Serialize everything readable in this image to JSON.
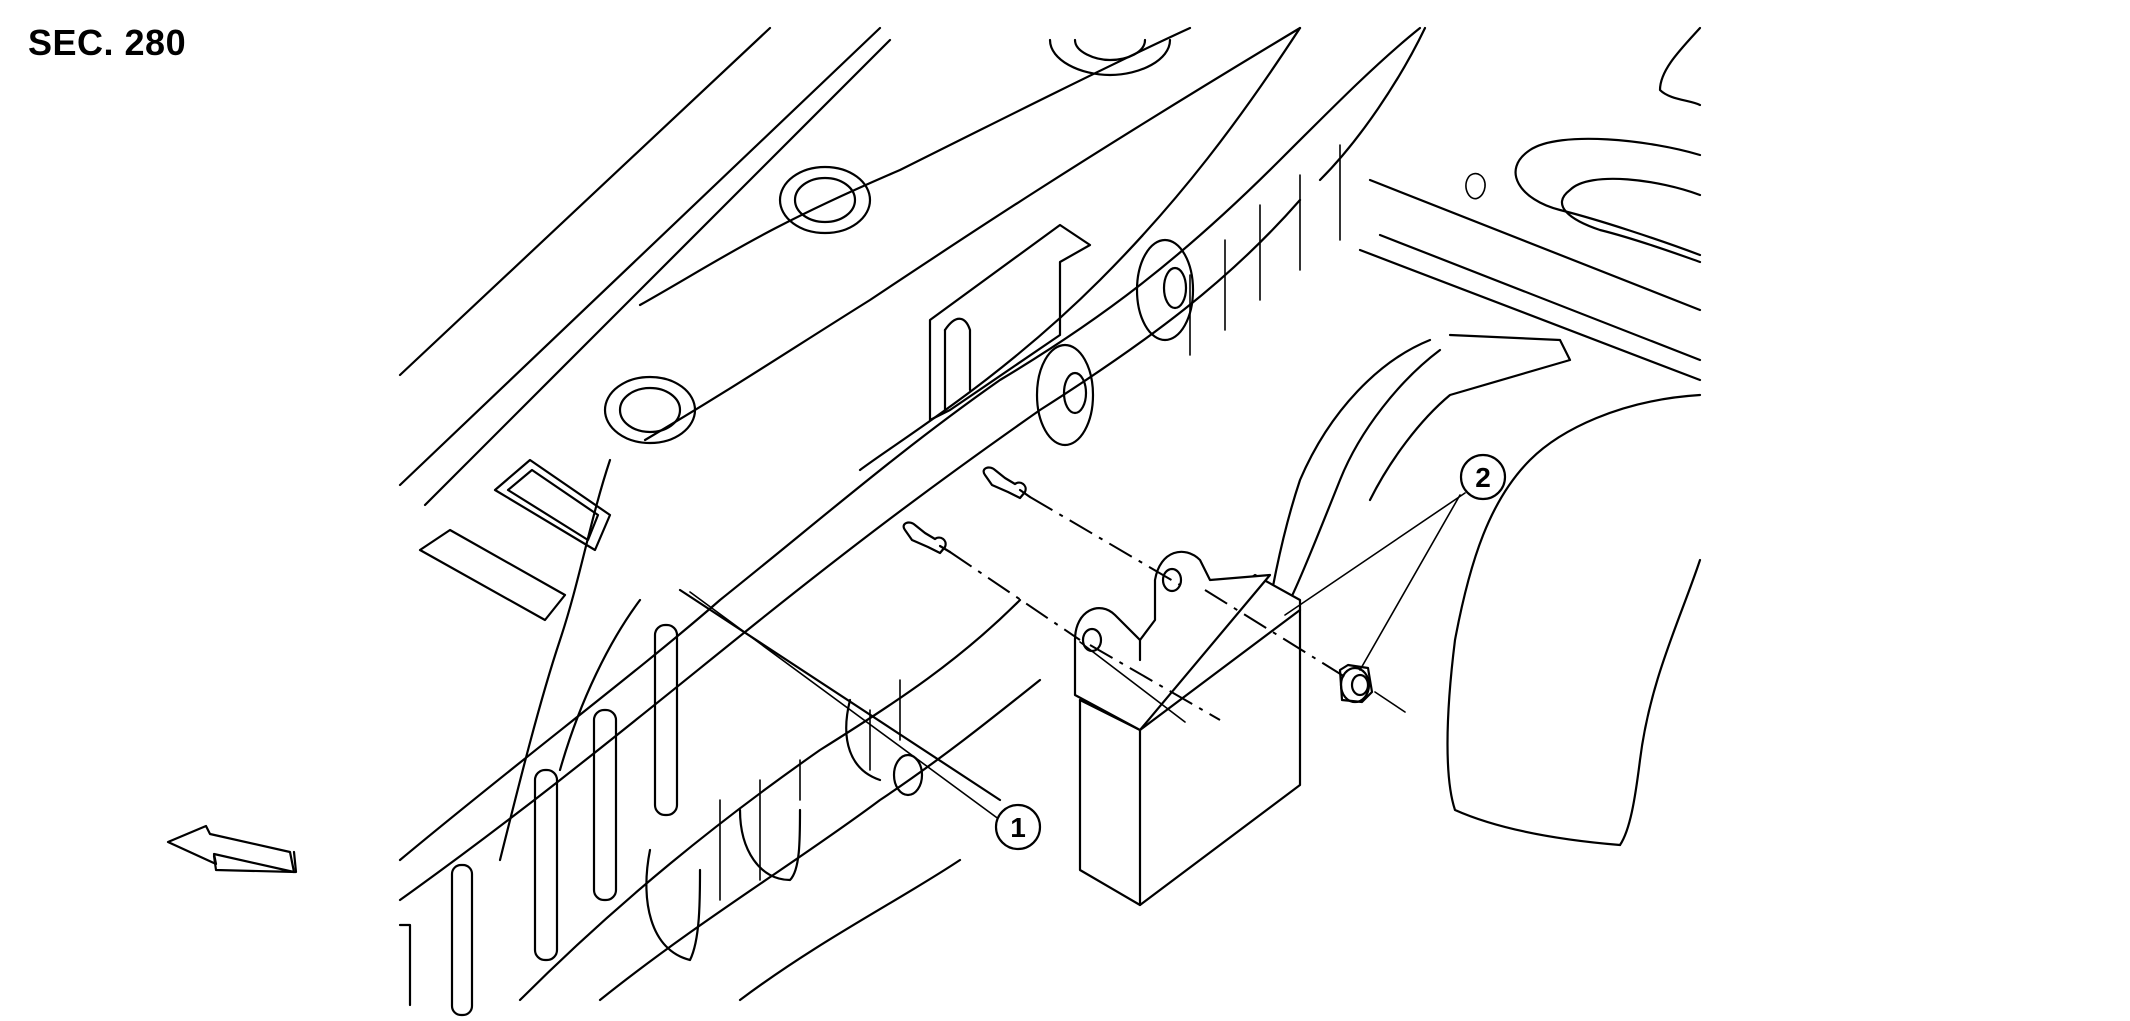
{
  "section_label": "SEC. 280",
  "callouts": [
    {
      "id": "callout-1",
      "label": "1"
    },
    {
      "id": "callout-2",
      "label": "2"
    }
  ],
  "line_color": "#000000",
  "background_color": "#ffffff",
  "icons": [
    "front-direction-arrow-icon"
  ]
}
